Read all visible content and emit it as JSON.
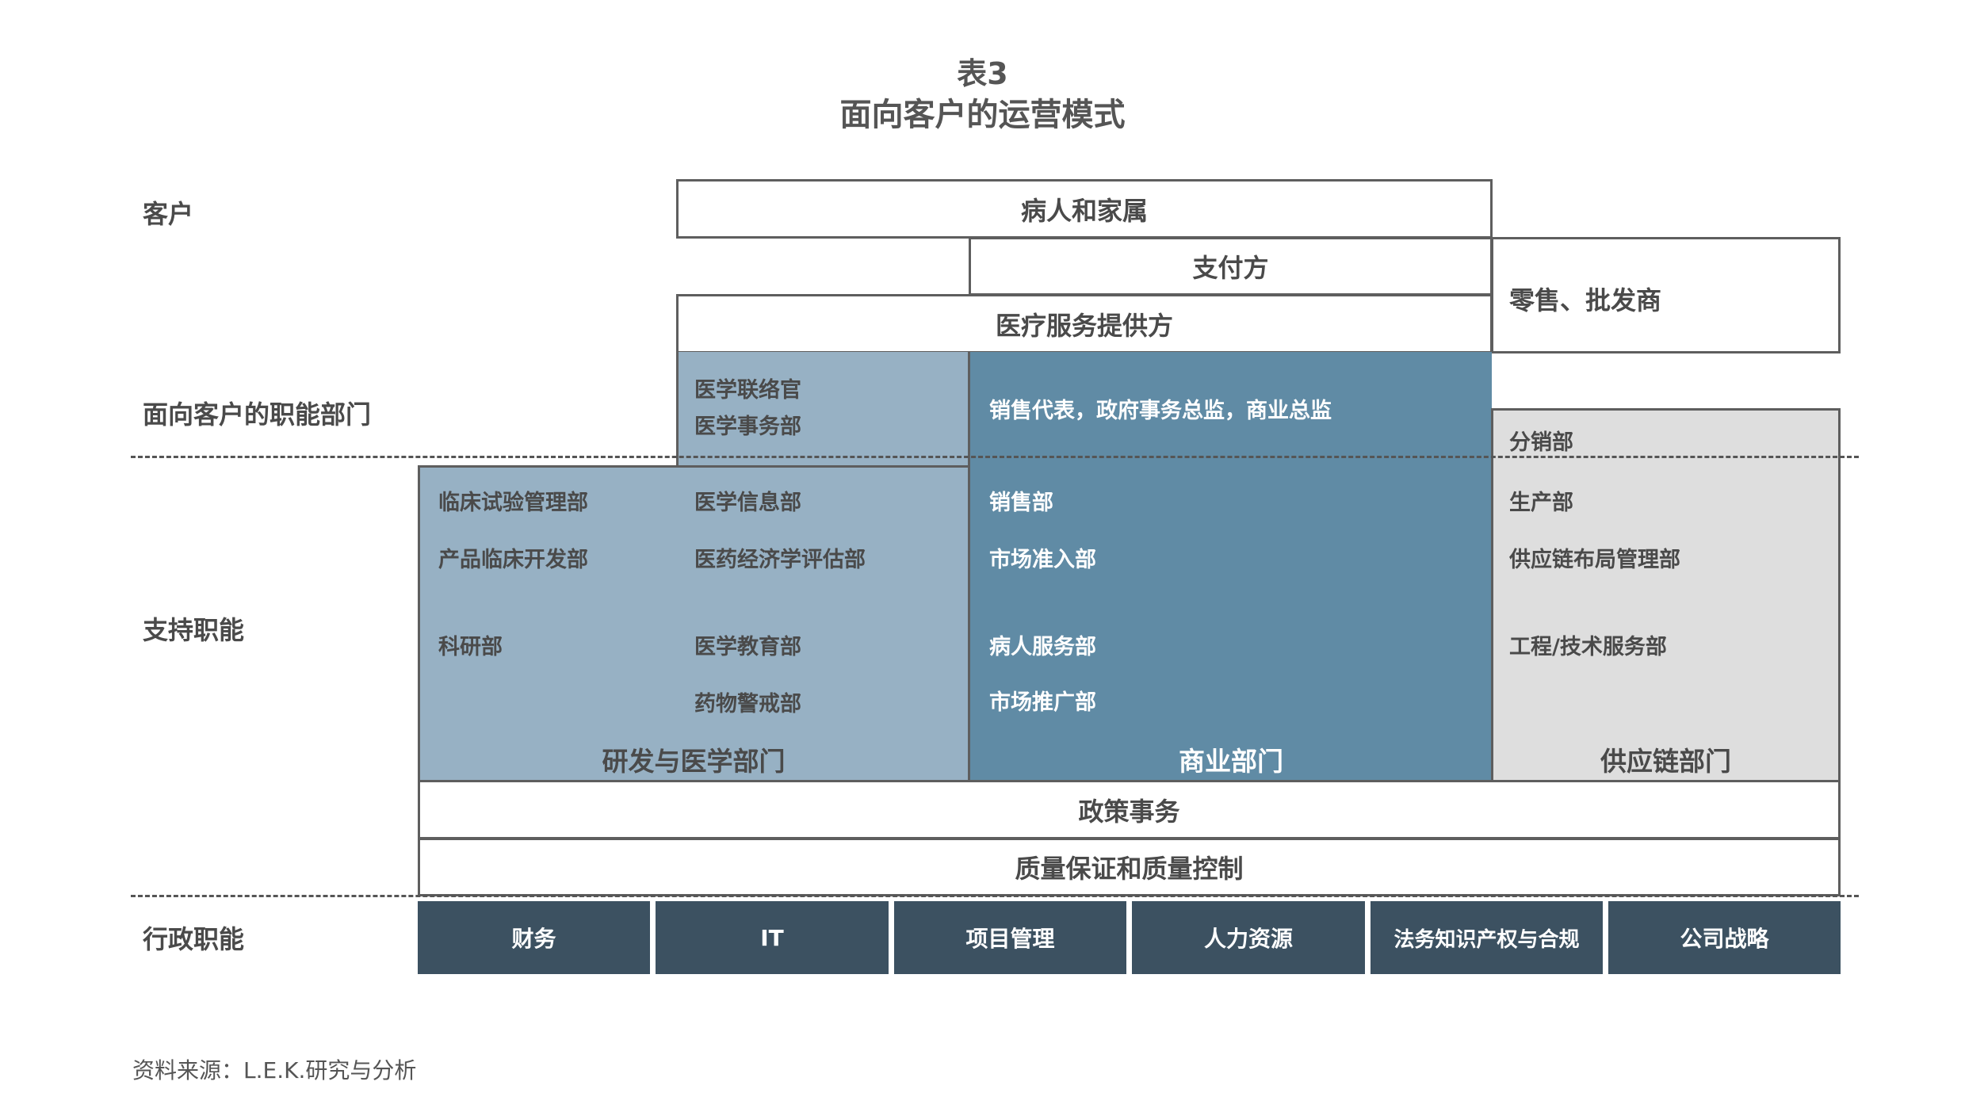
{
  "title": {
    "line1": "表3",
    "line2": "面向客户的运营模式"
  },
  "row_labels": {
    "customers": "客户",
    "customer_facing": "面向客户的职能部门",
    "support": "支持职能",
    "admin": "行政职能"
  },
  "customers": {
    "patients": "病人和家属",
    "payers": "支付方",
    "providers": "医疗服务提供方",
    "retail": "零售、批发商"
  },
  "customer_facing": {
    "medical": [
      "医学联络官",
      "医学事务部"
    ],
    "commercial": "销售代表，政府事务总监，商业总监",
    "distribution": "分销部"
  },
  "support": {
    "rd_col1": [
      "临床试验管理部",
      "产品临床开发部",
      "科研部"
    ],
    "rd_col2": [
      "医学信息部",
      "医药经济学评估部",
      "医学教育部",
      "药物警戒部"
    ],
    "commercial": [
      "销售部",
      "市场准入部",
      "病人服务部",
      "市场推广部"
    ],
    "supply": [
      "生产部",
      "供应链布局管理部",
      "工程/技术服务部"
    ],
    "sections": {
      "rd": "研发与医学部门",
      "commercial": "商业部门",
      "supply": "供应链部门"
    },
    "policy": "政策事务",
    "quality": "质量保证和质量控制"
  },
  "admin": [
    "财务",
    "IT",
    "项目管理",
    "人力资源",
    "法务知识产权与合规",
    "公司战略"
  ],
  "source": "资料来源：L.E.K.研究与分析",
  "colors": {
    "light_blue": "#97b1c4",
    "dark_blue": "#608ba5",
    "grey": "#dedede",
    "admin_navy": "#3c5161",
    "border": "#5e5e5e"
  }
}
